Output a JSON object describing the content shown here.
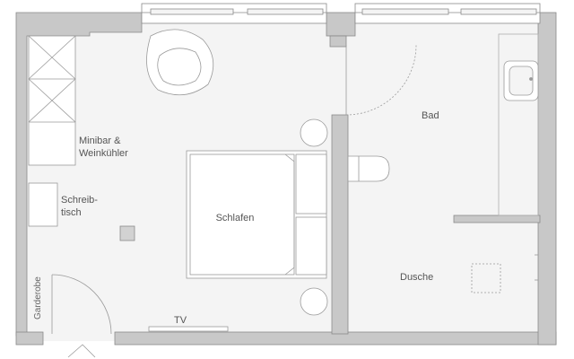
{
  "plan": {
    "rooms": {
      "bedroom": "Schlafen",
      "bathroom": "Bad",
      "shower": "Dusche"
    },
    "furniture": {
      "minibar": "Minibar &\nWeinkühler",
      "desk": "Schreib-\ntisch",
      "tv": "TV",
      "wardrobe": "Garderobe"
    },
    "colors": {
      "wall": "#c8c8c8",
      "wall_edge": "#8a8a8a",
      "floor": "#f4f4f4",
      "line": "#9a9a9a",
      "text": "#555555"
    }
  }
}
